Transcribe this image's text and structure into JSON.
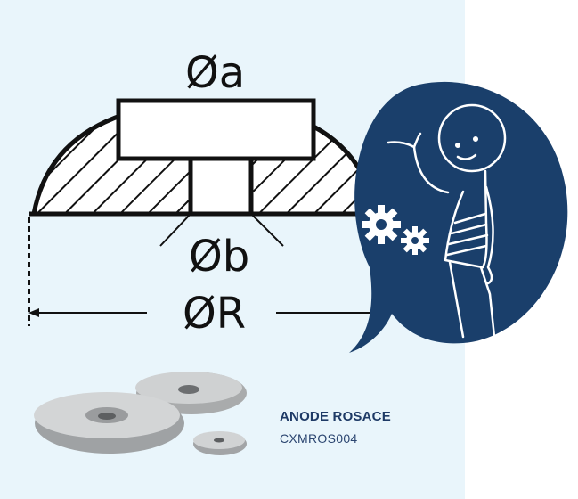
{
  "dimensions": {
    "a": "Øa",
    "b": "Øb",
    "R": "ØR"
  },
  "product": {
    "name": "ANODE ROSACE",
    "reference": "CXMROS004"
  },
  "colors": {
    "panel_background": "#e9f5fb",
    "bubble": "#1a3f6b",
    "product_text": "#1e3a66",
    "drawing_lines": "#111111"
  },
  "icons": [
    "gears-icon",
    "stick-figure-mascot"
  ]
}
